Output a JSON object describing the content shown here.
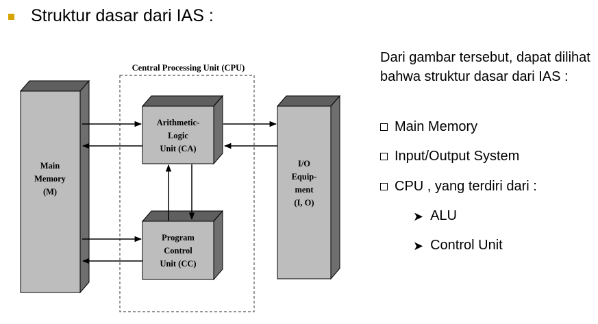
{
  "title": "Struktur dasar dari IAS :",
  "accent_color": "#d6a400",
  "diagram": {
    "cpu_label": "Central Processing Unit (CPU)",
    "main_memory": [
      "Main",
      "Memory",
      "(M)"
    ],
    "alu": [
      "Arithmetic-",
      "Logic",
      "Unit (CA)"
    ],
    "control": [
      "Program",
      "Control",
      "Unit (CC)"
    ],
    "io": [
      "I/O",
      "Equip-",
      "ment",
      "(I, O)"
    ]
  },
  "description": "Dari gambar tersebut, dapat dilihat bahwa struktur dasar dari IAS :",
  "list": {
    "items": [
      "Main Memory",
      "Input/Output System",
      "CPU , yang terdiri dari :"
    ],
    "subitems": [
      "ALU",
      "Control Unit"
    ]
  },
  "icons": {
    "title_bullet": "square-bullet-icon",
    "list_bullet": "checkbox-icon",
    "subitem_bullet": "arrowhead-icon"
  }
}
